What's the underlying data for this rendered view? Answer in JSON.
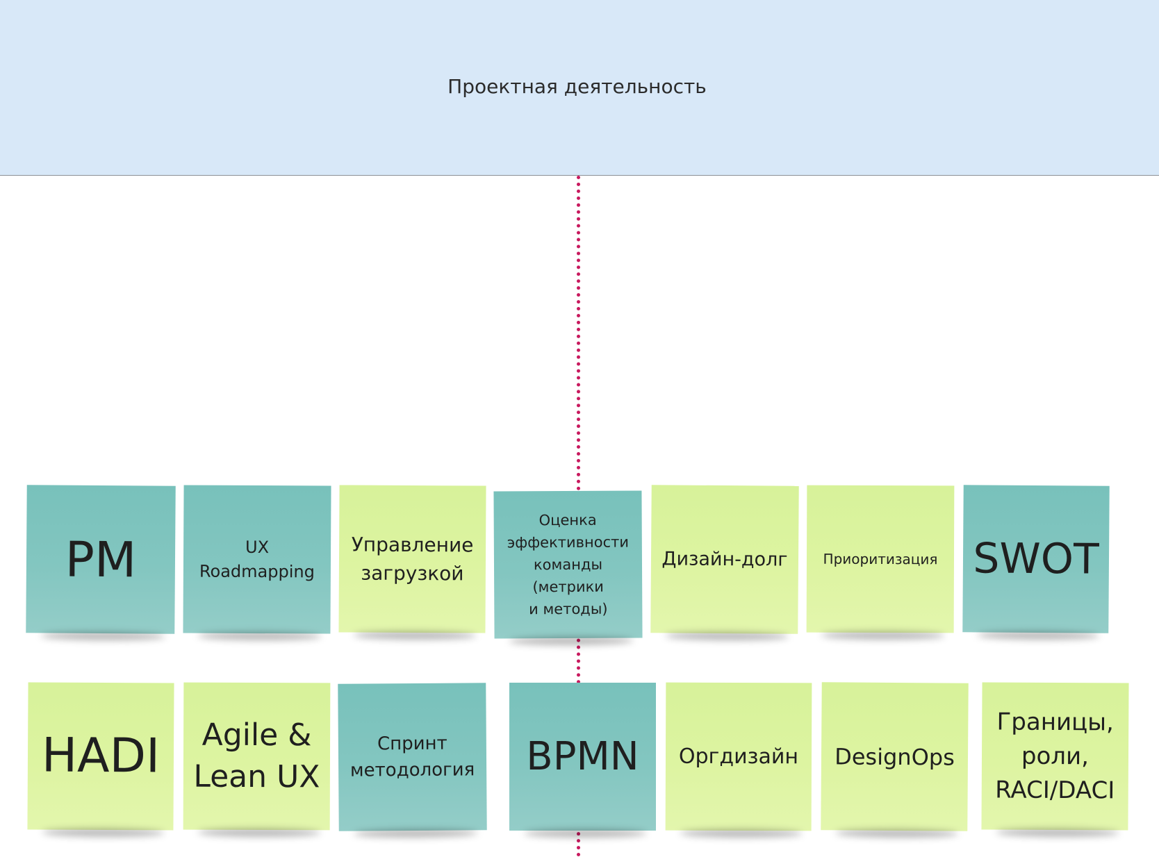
{
  "header": {
    "title": "Проектная деятельность"
  },
  "notes_row1": [
    {
      "text": "PM",
      "color": "teal"
    },
    {
      "text": "UX\nRoadmapping",
      "color": "teal"
    },
    {
      "text": "Управление\nзагрузкой",
      "color": "lime"
    },
    {
      "text": "Оценка\nэффективности\nкоманды\n(метрики\nи методы)",
      "color": "teal"
    },
    {
      "text": "Дизайн-долг",
      "color": "lime"
    },
    {
      "text": "Приоритизация",
      "color": "lime"
    },
    {
      "text": "SWOT",
      "color": "teal"
    }
  ],
  "notes_row2": [
    {
      "text": "HADI",
      "color": "lime"
    },
    {
      "text": "Agile &\nLean UX",
      "color": "lime"
    },
    {
      "text": "Спринт\nметодология",
      "color": "teal"
    },
    {
      "text": "BPMN",
      "color": "teal"
    },
    {
      "text": "Оргдизайн",
      "color": "lime"
    },
    {
      "text": "DesignOps",
      "color": "lime"
    },
    {
      "text": "Границы,\nроли,\nRACI/DACI",
      "color": "lime"
    }
  ],
  "colors": {
    "teal_note": "#80c4be",
    "lime_note": "#dcf3a0",
    "header_band": "#d8e8f8",
    "connector": "#c8195e"
  }
}
